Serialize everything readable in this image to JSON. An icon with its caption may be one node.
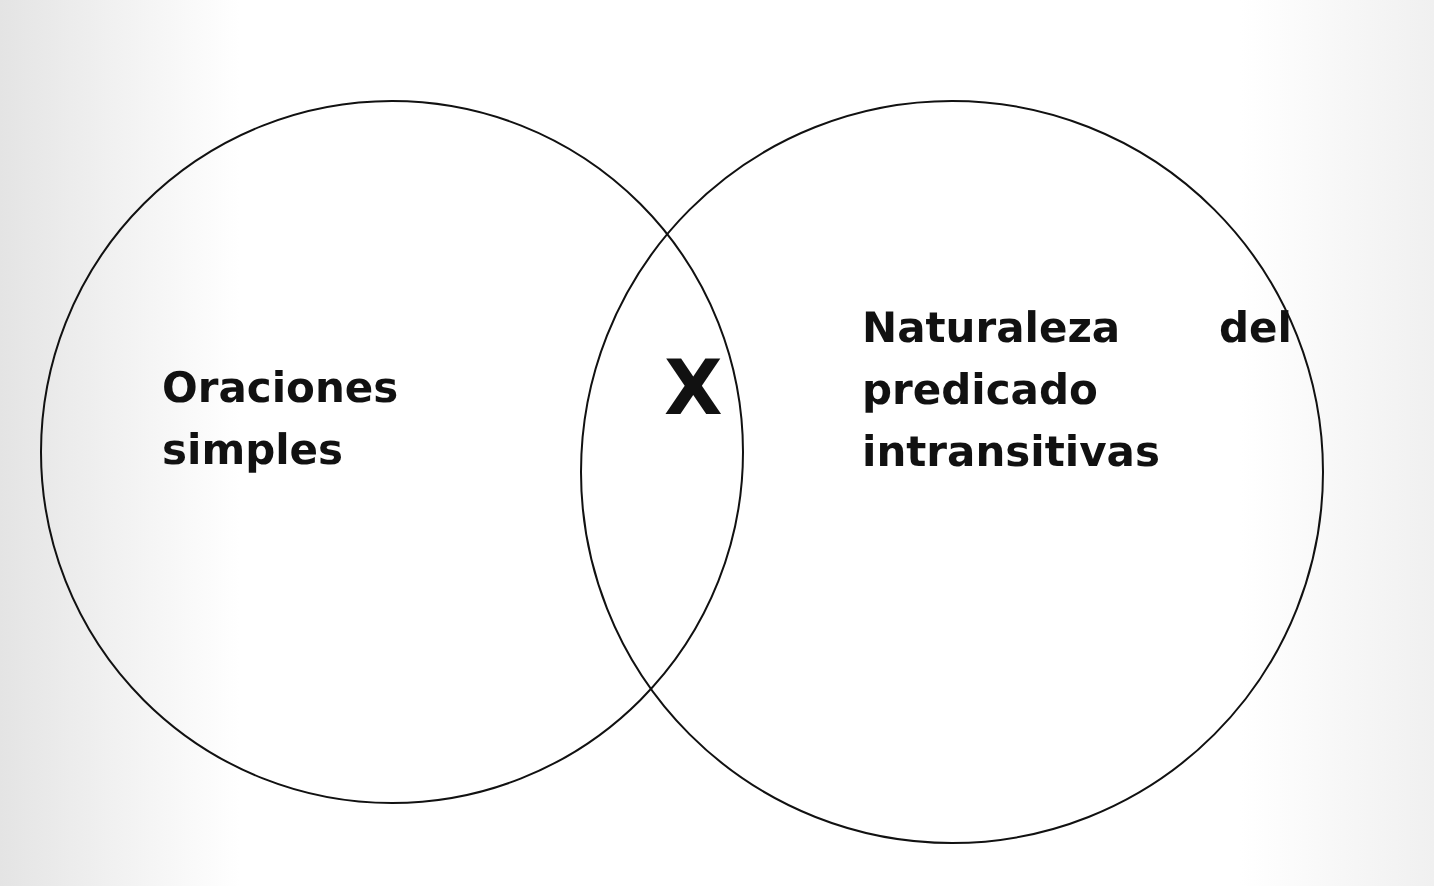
{
  "diagram": {
    "nodes": [
      {
        "text": [
          "Oraciones simples"
        ]
      },
      {
        "text": [
          "Naturaleza del predicado intransitivas"
        ]
      }
    ],
    "labels": [
      "X"
    ]
  }
}
